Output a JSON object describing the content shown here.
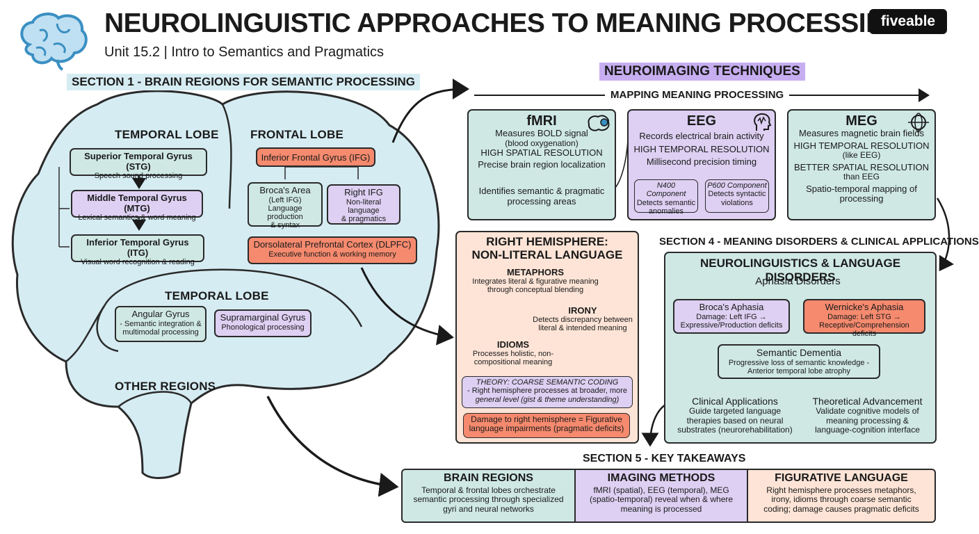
{
  "header": {
    "title": "NEUROLINGUISTIC APPROACHES TO MEANING PROCESSING",
    "subtitle": "Unit 15.2 | Intro to Semantics and Pragmatics",
    "logo": "fiveable"
  },
  "section1": {
    "title": "SECTION 1 - BRAIN REGIONS FOR SEMANTIC PROCESSING",
    "temporal_label": "TEMPORAL LOBE",
    "frontal_label": "FRONTAL LOBE",
    "temporal2_label": "TEMPORAL LOBE",
    "other_label": "OTHER REGIONS",
    "stg": {
      "title": "Superior Temporal Gyrus (STG)",
      "desc": "Speech sound processing"
    },
    "mtg": {
      "title": "Middle Temporal Gyrus (MTG)",
      "desc": "Lexical semantics & word meaning"
    },
    "itg": {
      "title": "Inferior Temporal Gyrus (ITG)",
      "desc": "Visual word recognition & reading"
    },
    "ifg": {
      "title": "Inferior Frontal Gyrus (IFG)"
    },
    "broca": {
      "title": "Broca's Area",
      "sub": "(Left IFG)",
      "desc1": "Language production",
      "desc2": "& syntax"
    },
    "right_ifg": {
      "title": "Right IFG",
      "desc1": "Non-literal language",
      "desc2": "& pragmatics"
    },
    "dlpfc": {
      "title": "Dorsolateral Prefrontal Cortex (DLPFC)",
      "desc": "Executive function & working memory"
    },
    "angular": {
      "title": "Angular Gyrus",
      "desc1": "- Semantic integration &",
      "desc2": "multimodal processing"
    },
    "supramarginal": {
      "title": "Supramarginal Gyrus",
      "desc": "Phonological processing"
    }
  },
  "neuroimaging": {
    "title": "NEUROIMAGING TECHNIQUES",
    "mapping": "MAPPING MEANING PROCESSING",
    "fmri": {
      "title": "fMRI",
      "line1": "Measures BOLD signal",
      "line2": "(blood oxygenation)",
      "line3": "HIGH SPATIAL RESOLUTION",
      "line4": "Precise brain region localization",
      "line5": "Identifies semantic & pragmatic",
      "line6": "processing areas"
    },
    "eeg": {
      "title": "EEG",
      "line1": "Records electrical brain activity",
      "line2": "HIGH TEMPORAL RESOLUTION",
      "line3": "Millisecond precision timing",
      "n400_title": "N400 Component",
      "n400_l1": "Detects semantic",
      "n400_l2": "anomalies",
      "p600_title": "P600 Component",
      "p600_l1": "Detects syntactic",
      "p600_l2": "violations"
    },
    "meg": {
      "title": "MEG",
      "line1": "Measures magnetic brain fields",
      "line2": "HIGH TEMPORAL RESOLUTION",
      "line3": "(like EEG)",
      "line4": "BETTER SPATIAL RESOLUTION",
      "line5": "than EEG",
      "line6": "Spatio-temporal mapping of",
      "line7": "processing"
    }
  },
  "right_hemisphere": {
    "title1": "RIGHT HEMISPHERE:",
    "title2": "NON-LITERAL LANGUAGE",
    "metaphors": {
      "title": "METAPHORS",
      "l1": "Integrates literal & figurative meaning",
      "l2": "through conceptual blending"
    },
    "irony": {
      "title": "IRONY",
      "l1": "Detects discrepancy between",
      "l2": "literal & intended meaning"
    },
    "idioms": {
      "title": "IDIOMS",
      "l1": "Processes holistic, non-",
      "l2": "compositional meaning"
    },
    "theory": {
      "title": "THEORY: COARSE SEMANTIC CODING",
      "l1": "- Right hemisphere processes at broader, more",
      "l2": "general level (gist & theme understanding)"
    },
    "damage": {
      "l1": "Damage to right hemisphere = Figurative",
      "l2": "language impairments (pragmatic deficits)"
    }
  },
  "section4": {
    "title": "SECTION 4 - MEANING DISORDERS & CLINICAL APPLICATIONS",
    "box_title": "NEUROLINGUISTICS & LANGUAGE DISORDERS",
    "aphasia": "Aphasia Disorders",
    "broca": {
      "title": "Broca's Aphasia",
      "l1": "Damage: Left IFG →",
      "l2": "Expressive/Production deficits"
    },
    "wernicke": {
      "title": "Wernicke's Aphasia",
      "l1": "Damage: Left STG →",
      "l2": "Receptive/Comprehension deficits"
    },
    "dementia": {
      "title": "Semantic Dementia",
      "l1": "Progressive loss of semantic knowledge -",
      "l2": "Anterior temporal lobe atrophy"
    },
    "clinical": {
      "title": "Clinical Applications",
      "l1": "Guide targeted language",
      "l2": "therapies based on neural",
      "l3": "substrates (neurorehabilitation)"
    },
    "theoretical": {
      "title": "Theoretical Advancement",
      "l1": "Validate cognitive models of",
      "l2": "meaning processing &",
      "l3": "language-cognition interface"
    }
  },
  "section5": {
    "title": "SECTION 5 - KEY TAKEAWAYS",
    "brain": {
      "title": "BRAIN REGIONS",
      "l1": "Temporal & frontal lobes orchestrate",
      "l2": "semantic processing through specialized",
      "l3": "gyri and neural networks"
    },
    "imaging": {
      "title": "IMAGING METHODS",
      "l1": "fMRI (spatial), EEG (temporal), MEG",
      "l2": "(spatio-temporal) reveal when & where",
      "l3": "meaning is processed"
    },
    "figurative": {
      "title": "FIGURATIVE LANGUAGE",
      "l1": "Right hemisphere processes metaphors,",
      "l2": "irony, idioms through coarse semantic",
      "l3": "coding; damage causes pragmatic deficits"
    }
  },
  "colors": {
    "teal": "#cfe8e4",
    "purple": "#ddd0f2",
    "coral": "#f58a6e",
    "peach": "#fde4d6",
    "brain": "#d6ecf3"
  }
}
